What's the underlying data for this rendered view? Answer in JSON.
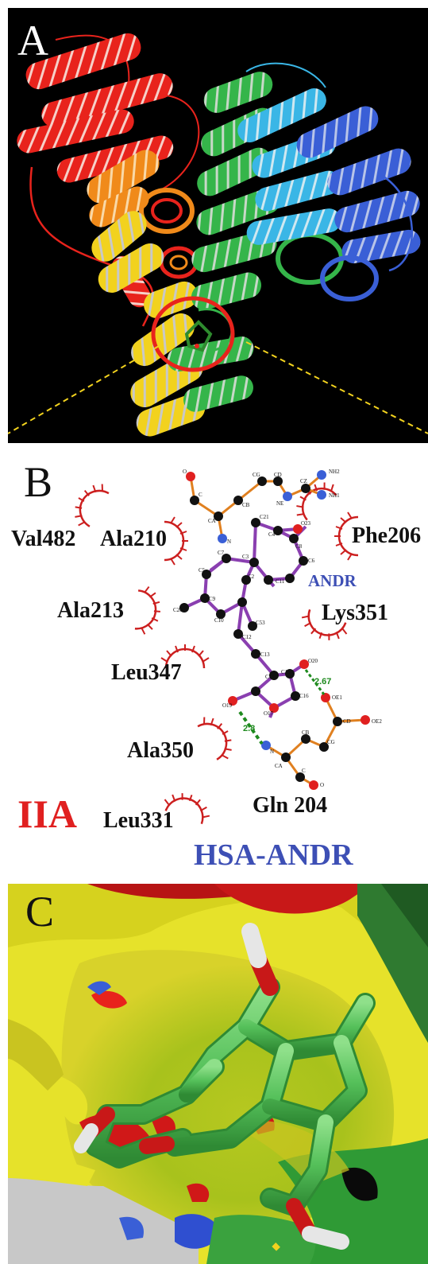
{
  "panels": {
    "a": {
      "label": "A"
    },
    "b": {
      "label": "B",
      "ligand_label": "ANDR",
      "site_label": "IIA",
      "complex_label": "HSA-ANDR",
      "residues": {
        "val482": "Val482",
        "ala210": "Ala210",
        "phe206": "Phe206",
        "ala213": "Ala213",
        "lys351": "Lys351",
        "leu347": "Leu347",
        "ala350": "Ala350",
        "gln204": "Gln 204",
        "leu331": "Leu331"
      },
      "hbonds": {
        "lys351_bond": "2.67",
        "gln204_bond": "2.8"
      },
      "atom_labels": {
        "o_top": "O",
        "c_top": "C",
        "cg_top": "CG",
        "cd_top": "CD",
        "nh2": "NH2",
        "cb_top": "CB",
        "ne": "NE",
        "cz": "CZ",
        "nh1": "NH1",
        "ca_top": "CA",
        "n_top": "N",
        "c21": "C21",
        "o23": "O23",
        "c4": "C4",
        "c8": "C8",
        "c6": "C6",
        "c7": "C7",
        "c3": "C3",
        "c11": "C11",
        "c5": "C5",
        "c9": "C9",
        "c2": "C2",
        "c20": "C20",
        "c10": "C10",
        "c53": "C53",
        "c12": "C12",
        "c13": "C13",
        "o20": "O20",
        "c14": "C14",
        "c15": "C15",
        "c16": "C16",
        "o19": "O19",
        "o17": "O17",
        "oe1": "OE1",
        "cd_bot": "CD",
        "oe2": "OE2",
        "cb_bot": "CB",
        "cg_bot": "CG",
        "n_bot": "N",
        "ca_bot": "CA",
        "c_bot": "C",
        "o_bot": "O"
      }
    },
    "c": {
      "label": "C"
    }
  },
  "colors": {
    "ribbon_red": "#e8231c",
    "ribbon_orange": "#f08a1a",
    "ribbon_yellow": "#f2d21e",
    "ribbon_green": "#35b54a",
    "ribbon_cyan": "#3ab6e6",
    "ribbon_blue": "#3a5fd6",
    "residue_arc": "#cc1f1f",
    "ligand_bond": "#8a3fb0",
    "residue_bond": "#e08020",
    "hbond": "#1e8a1e",
    "iia_text": "#e02020",
    "hsa_text": "#3d4fb5",
    "surface_yellow": "#e6e22a",
    "surface_red": "#d01818",
    "surface_green": "#2f9a35",
    "stick_green": "#55c05a"
  }
}
